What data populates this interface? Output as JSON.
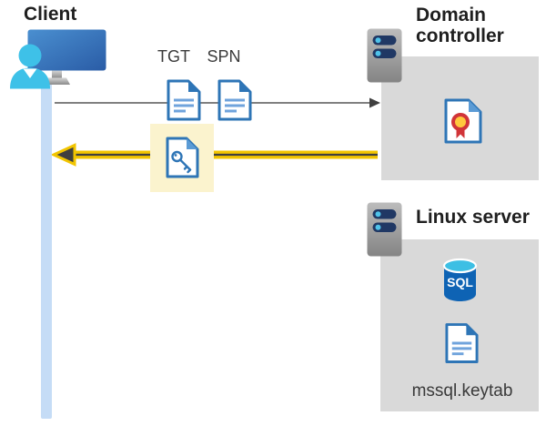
{
  "labels": {
    "client": "Client",
    "tgt": "TGT",
    "spn": "SPN",
    "domain_controller": "Domain controller",
    "linux_server": "Linux server",
    "keytab_file": "mssql.keytab",
    "sql": "SQL"
  },
  "colors": {
    "highlight_yellow_bg": "#FBF3CE",
    "arrow_yellow": "#F2C500",
    "arrow_gray": "#575757",
    "arrow_dark": "#3F3F3F",
    "box_gray": "#D9D9D9",
    "doc_border_blue": "#2E75B6",
    "doc_fold_blue": "#5B9BD5",
    "doc_line_blue": "#6FA3DC",
    "lifeline_blue": "#C5DCF6",
    "person_cyan": "#3EC1E8",
    "monitor_blue_light": "#4A8FD0",
    "monitor_blue_dark": "#2A5CA6",
    "server_slot_navy": "#203864",
    "server_led_cyan": "#4FC3EA",
    "sql_body_blue": "#0E63B4",
    "sql_top_cyan": "#3DBFE4",
    "cert_red": "#D13438",
    "cert_gold": "#FFC83D",
    "label_dark": "#1F1F1F",
    "label_gray": "#3A3A3A"
  },
  "icons": {
    "client": "user-at-monitor-icon",
    "domain_controller": "server-icon",
    "linux_server": "server-icon",
    "tgt": "document-icon",
    "spn": "document-icon",
    "service_ticket": "key-document-icon",
    "certificate": "certificate-icon",
    "database": "sql-database-icon",
    "keytab": "document-icon"
  }
}
